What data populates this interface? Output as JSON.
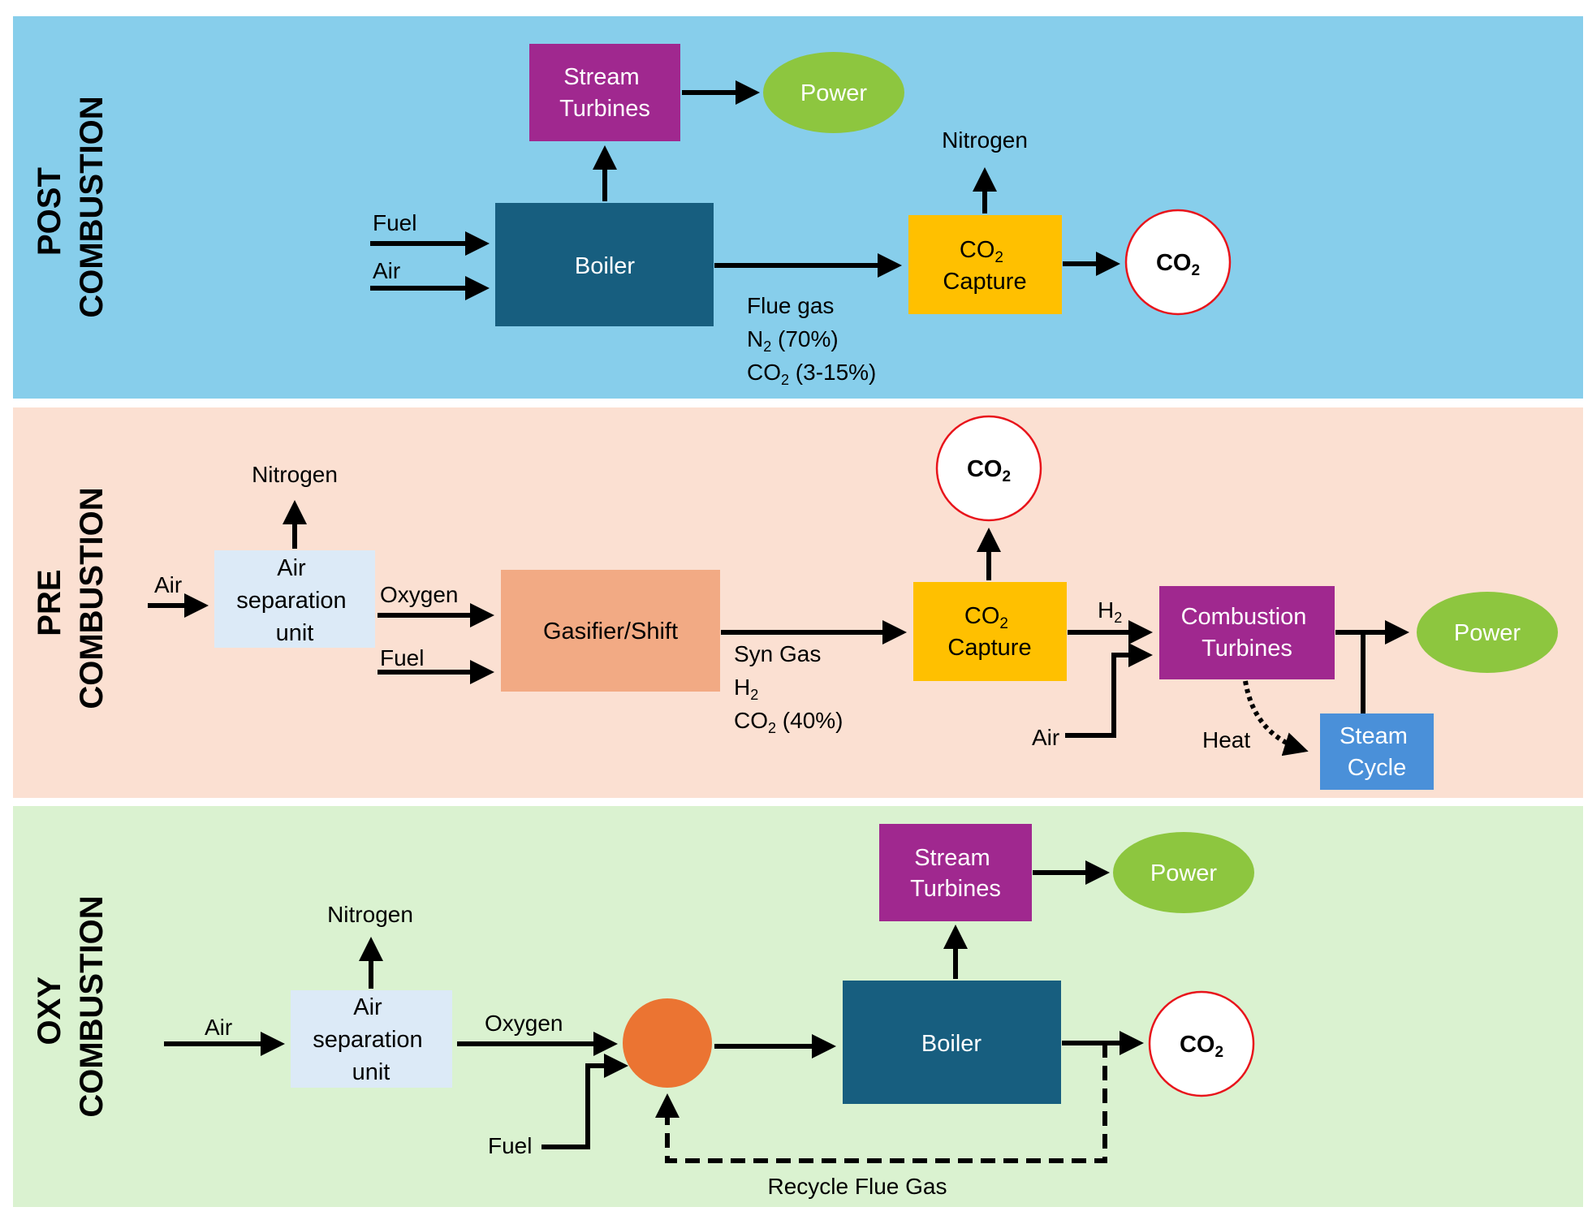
{
  "colors": {
    "post_bg": "#87CEEB",
    "pre_bg": "#FBE0D2",
    "oxy_bg": "#DAF2D0",
    "turbine": "#A0288F",
    "boiler": "#175E7F",
    "power": "#8DC63F",
    "capture": "#FFC000",
    "asu": "#DCEAF7",
    "gasifier": "#F2AA84",
    "steam_cycle": "#4A90D9",
    "mixer": "#EB7432",
    "co2_ring": "#E8141B"
  },
  "post": {
    "label_line1": "POST",
    "label_line2": "COMBUSTION",
    "turbines_l1": "Stream",
    "turbines_l2": "Turbines",
    "power": "Power",
    "boiler": "Boiler",
    "fuel": "Fuel",
    "air": "Air",
    "nitrogen": "Nitrogen",
    "capture_l1_main": "CO",
    "capture_l1_sub": "2",
    "capture_l2": "Capture",
    "co2_main": "CO",
    "co2_sub": "2",
    "flue_l1": "Flue gas",
    "flue_l2_main": "N",
    "flue_l2_sub": "2",
    "flue_l2_rest": " (70%)",
    "flue_l3_main": "CO",
    "flue_l3_sub": "2",
    "flue_l3_rest": "  (3-15%)"
  },
  "pre": {
    "label_line1": "PRE",
    "label_line2": "COMBUSTION",
    "nitrogen": "Nitrogen",
    "air_in": "Air",
    "asu_l1": "Air",
    "asu_l2": "separation",
    "asu_l3": "unit",
    "oxygen": "Oxygen",
    "fuel": "Fuel",
    "gasifier": "Gasifier/Shift",
    "syn_l1": "Syn Gas",
    "syn_l2_main": "H",
    "syn_l2_sub": "2",
    "syn_l3_main": "CO",
    "syn_l3_sub": "2",
    "syn_l3_rest": "  (40%)",
    "capture_l1_main": "CO",
    "capture_l1_sub": "2",
    "capture_l2": "Capture",
    "co2_main": "CO",
    "co2_sub": "2",
    "h2_main": "H",
    "h2_sub": "2",
    "turbines_l1": "Combustion",
    "turbines_l2": "Turbines",
    "power": "Power",
    "air_turbine": "Air",
    "heat": "Heat",
    "steam_l1": "Steam",
    "steam_l2": "Cycle"
  },
  "oxy": {
    "label_line1": "OXY",
    "label_line2": "COMBUSTION",
    "turbines_l1": "Stream",
    "turbines_l2": "Turbines",
    "power": "Power",
    "nitrogen": "Nitrogen",
    "air_in": "Air",
    "asu_l1": "Air",
    "asu_l2": "separation",
    "asu_l3": "unit",
    "oxygen": "Oxygen",
    "fuel": "Fuel",
    "boiler": "Boiler",
    "co2_main": "CO",
    "co2_sub": "2",
    "recycle": "Recycle Flue Gas"
  }
}
